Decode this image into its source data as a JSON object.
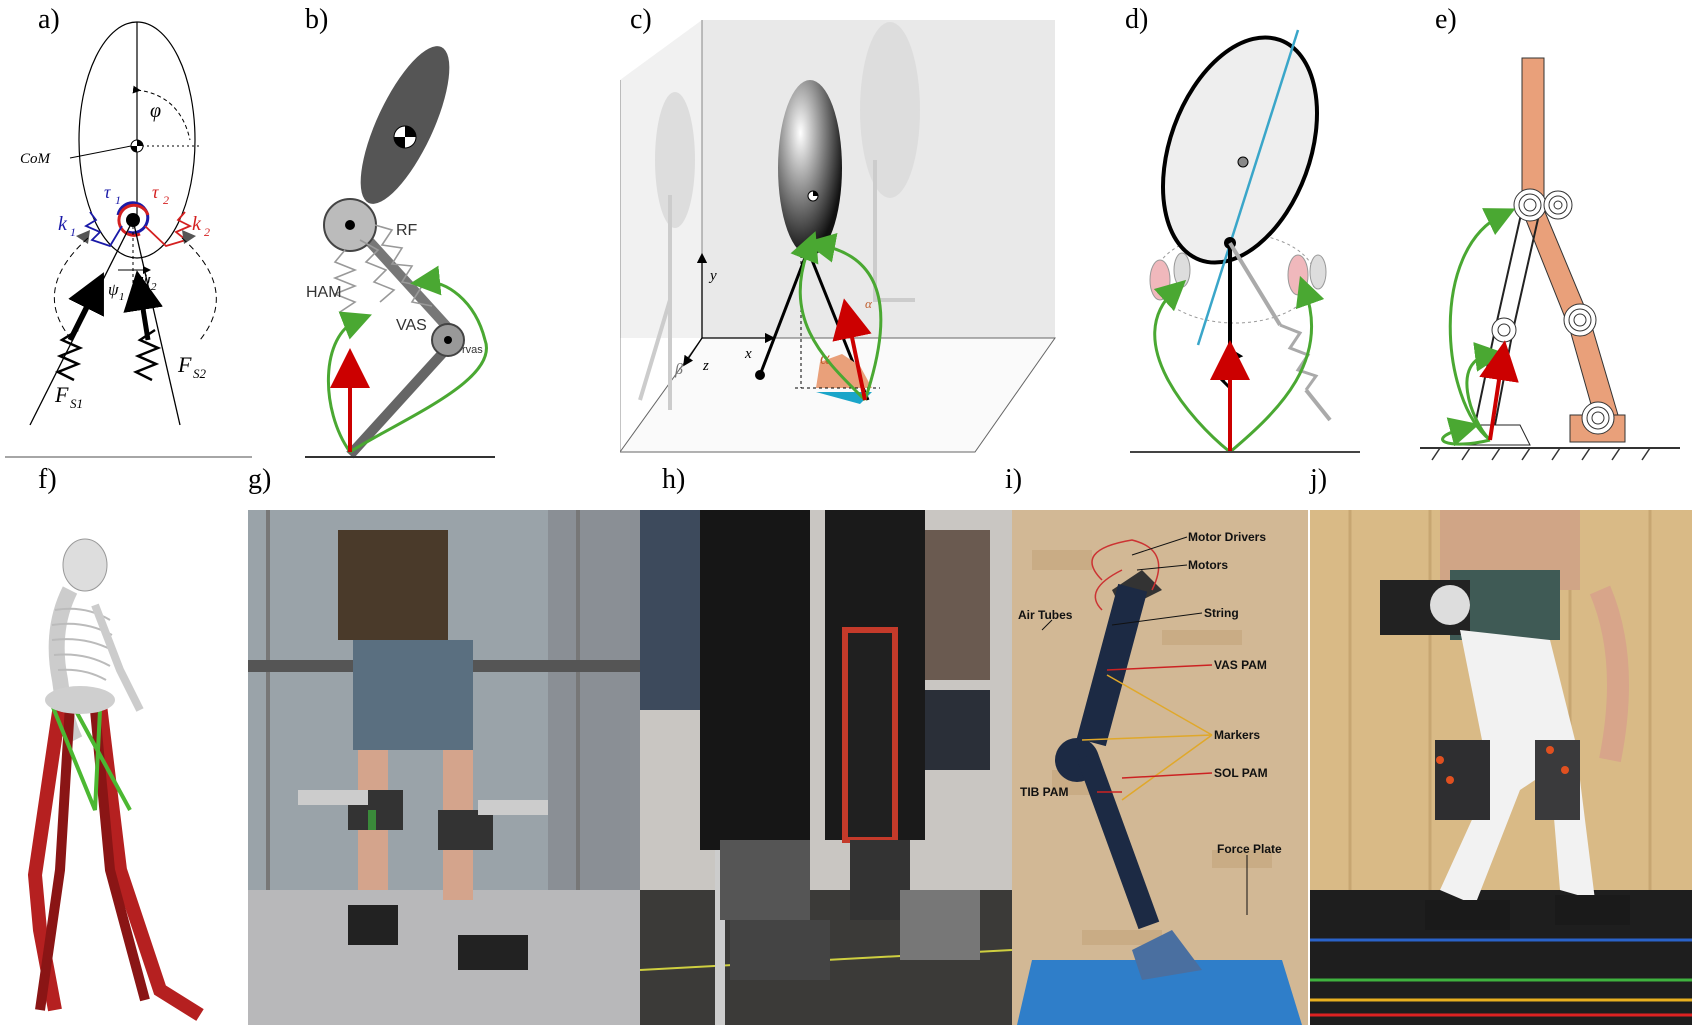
{
  "panel_labels": [
    "a)",
    "b)",
    "c)",
    "d)",
    "e)",
    "f)",
    "g)",
    "h)",
    "i)",
    "j)"
  ],
  "panel_a": {
    "com": "CoM",
    "phi": "φ",
    "tau1": "τ",
    "tau1_sub": "1",
    "tau2": "τ",
    "tau2_sub": "2",
    "k1": "k",
    "k1_sub": "1",
    "k2": "k",
    "k2_sub": "2",
    "psi1": "ψ",
    "psi1_sub": "1",
    "psi2": "ψ",
    "psi2_sub": "2",
    "fs1": "F",
    "fs1_sub": "S1",
    "fs2": "F",
    "fs2_sub": "S2"
  },
  "panel_b": {
    "rf": "RF",
    "ham": "HAM",
    "vas": "VAS",
    "rvas": "rvas"
  },
  "panel_c": {
    "y": "y",
    "x": "x",
    "z": "z",
    "alpha1": "α",
    "alpha2": "α",
    "beta": "β"
  },
  "panel_i": {
    "motor_drivers": "Motor Drivers",
    "motors": "Motors",
    "air_tubes": "Air Tubes",
    "string": "String",
    "vas_pam": "VAS PAM",
    "markers": "Markers",
    "sol_pam": "SOL PAM",
    "tib_pam": "TIB PAM",
    "force_plate": "Force Plate"
  },
  "colors": {
    "green_arrow": "#4aa832",
    "red_arrow": "#cc0000",
    "blue_spring": "#1a1aa8",
    "red_spring": "#d42020",
    "segment_e": "#e9a07a",
    "cyan_axis": "#3aa6c9",
    "muscle": "#b52020",
    "plate_blue": "#2f7ec9"
  }
}
